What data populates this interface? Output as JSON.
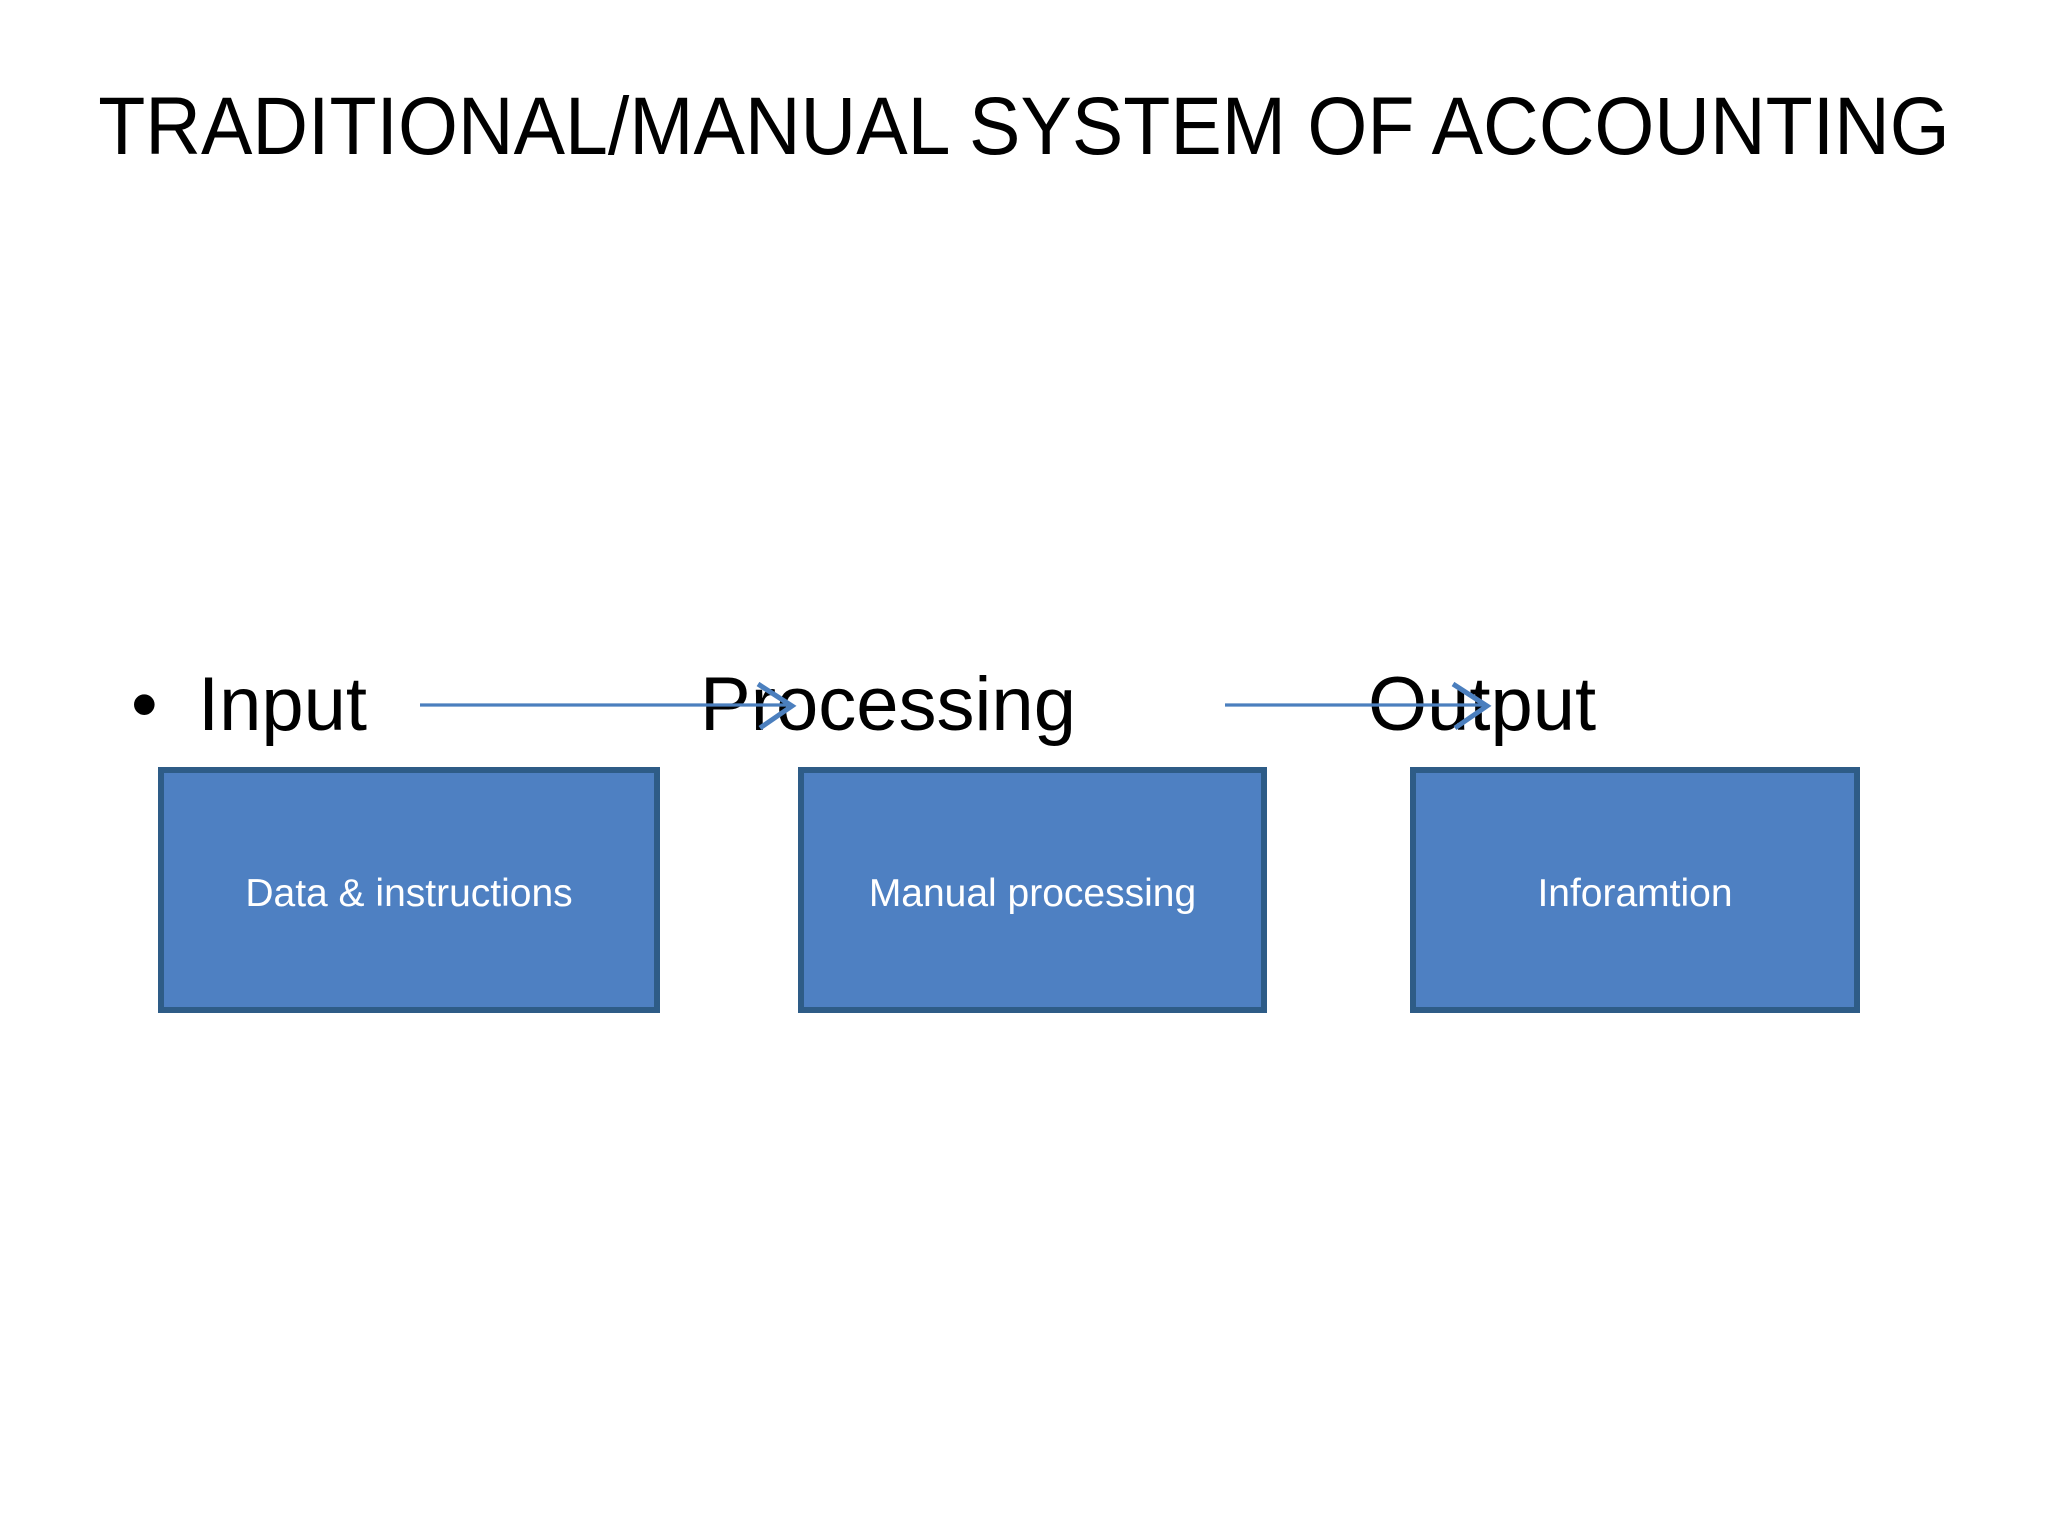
{
  "slide": {
    "title": "TRADITIONAL/MANUAL SYSTEM OF ACCOUNTING",
    "background_color": "#FFFFFF",
    "title_color": "#000000"
  },
  "bullet": {
    "marker": "•"
  },
  "flow": {
    "stage_labels": [
      {
        "name": "input",
        "text": "Input"
      },
      {
        "name": "processing",
        "text": "Processing"
      },
      {
        "name": "output",
        "text": "Output"
      }
    ],
    "arrows": [
      {
        "name": "input-to-processing",
        "from": "Input",
        "to": "Processing",
        "color": "#4B7FBE"
      },
      {
        "name": "processing-to-output",
        "from": "Processing",
        "to": "Output",
        "color": "#4B7FBE"
      }
    ],
    "boxes": [
      {
        "name": "input",
        "label": "Data & instructions",
        "fill": "#4E80C2",
        "border": "#2E5C87",
        "text_color": "#FFFFFF"
      },
      {
        "name": "processing",
        "label": "Manual processing",
        "fill": "#4E80C2",
        "border": "#2E5C87",
        "text_color": "#FFFFFF"
      },
      {
        "name": "output",
        "label": "Inforamtion",
        "fill": "#4E80C2",
        "border": "#2E5C87",
        "text_color": "#FFFFFF"
      }
    ]
  }
}
